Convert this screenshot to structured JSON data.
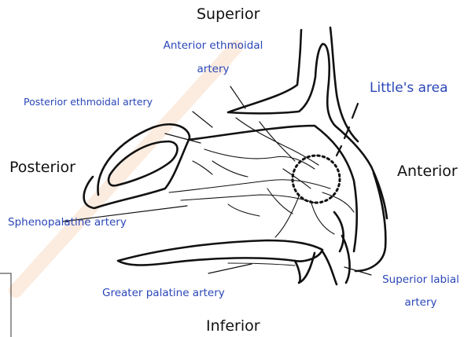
{
  "directions": {
    "superior": "Superior",
    "inferior": "Inferior",
    "anterior": "Anterior",
    "posterior": "Posterior"
  },
  "arteries": {
    "anterior_ethmoidal_line1": "Anterior ethmoidal",
    "anterior_ethmoidal_line2": "artery",
    "posterior_ethmoidal": "Posterior ethmoidal artery",
    "sphenopalatine": "Sphenopalatine artery",
    "greater_palatine": "Greater palatine artery",
    "superior_labial_line1": "Superior labial",
    "superior_labial_line2": "artery",
    "littles_area": "Little's area"
  },
  "colors": {
    "label_blue": "#2a46b8",
    "outline": "#111111",
    "watermark": "#f6c9a6"
  }
}
